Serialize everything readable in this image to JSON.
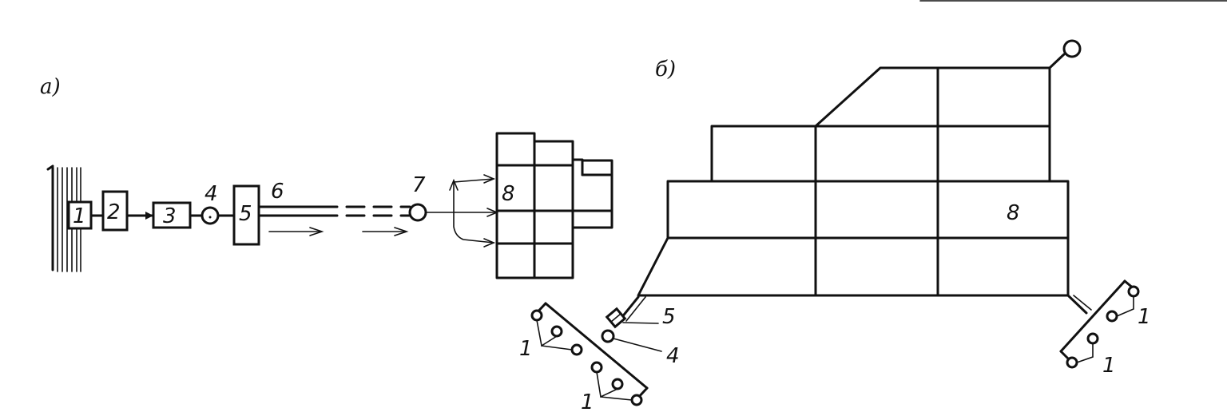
{
  "panel_a": {
    "label": "а)",
    "blocks": [
      "1",
      "2",
      "3",
      "5"
    ],
    "label_4": "4",
    "label_6": "6",
    "label_7": "7",
    "label_8": "8"
  },
  "panel_b": {
    "label": "б)",
    "label_8": "8",
    "label_5": "5",
    "label_4": "4",
    "labels_1": [
      "1",
      "1",
      "1",
      "1"
    ]
  }
}
